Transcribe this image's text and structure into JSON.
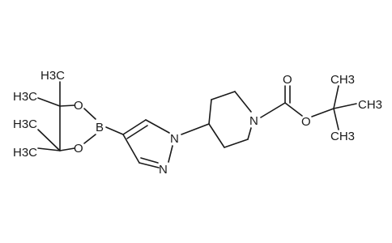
{
  "molecule": {
    "atoms": {
      "boron": "B",
      "dioxaborolane_o_top": "O",
      "dioxaborolane_o_bottom": "O",
      "pyrazole_n1": "N",
      "pyrazole_n2": "N",
      "piperidine_n": "N",
      "carbamate_o_carbonyl": "O",
      "carbamate_o_ester": "O",
      "ch3_1": "H3C",
      "ch3_2": "H3C",
      "ch3_3": "H3C",
      "ch3_4": "H3C",
      "ch3_5": "CH3",
      "ch3_6": "CH3",
      "ch3_7": "CH3"
    }
  }
}
